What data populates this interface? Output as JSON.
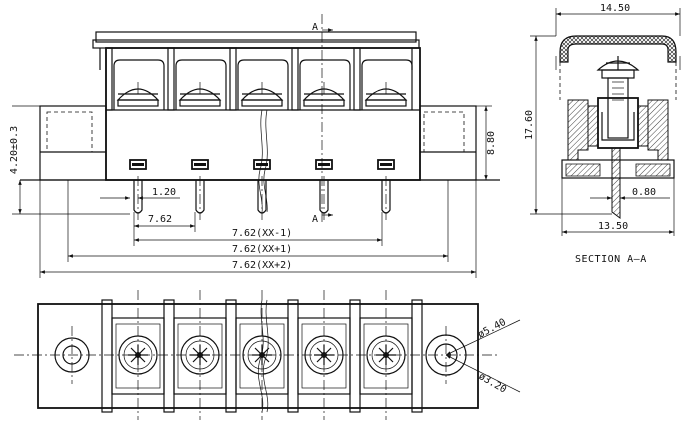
{
  "section_label": "A",
  "section_caption": "SECTION A—A",
  "dimensions": {
    "side_width": "14.50",
    "side_height": "17.60",
    "side_base": "13.50",
    "pin_thickness": "0.80",
    "body_height": "8.80",
    "pin_length": "4.20±0.3",
    "pin_width": "1.20",
    "pitch": "7.62",
    "span_xx_minus_1": "7.62(XX-1)",
    "span_xx_plus_1": "7.62(XX+1)",
    "span_xx_plus_2": "7.62(XX+2)",
    "hole_outer": "ø5.40",
    "hole_inner": "ø3.20"
  },
  "pole_count": 5
}
